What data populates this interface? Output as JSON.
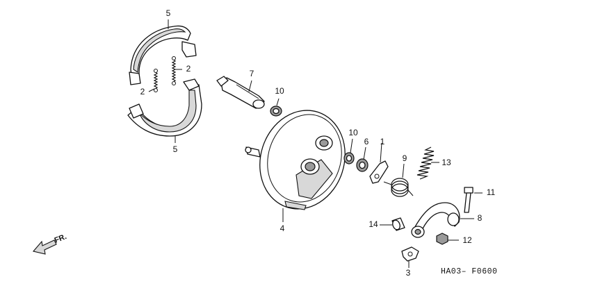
{
  "diagram_code": "HA03– F0600",
  "direction_label": "FR.",
  "callouts": [
    {
      "id": "label-5-top",
      "text": "5"
    },
    {
      "id": "label-2-right",
      "text": "2"
    },
    {
      "id": "label-2-left",
      "text": "2"
    },
    {
      "id": "label-5-bottom",
      "text": "5"
    },
    {
      "id": "label-7",
      "text": "7"
    },
    {
      "id": "label-10-upper",
      "text": "10"
    },
    {
      "id": "label-10-lower",
      "text": "10"
    },
    {
      "id": "label-6",
      "text": "6"
    },
    {
      "id": "label-1",
      "text": "1"
    },
    {
      "id": "label-9",
      "text": "9"
    },
    {
      "id": "label-13",
      "text": "13"
    },
    {
      "id": "label-11",
      "text": "11"
    },
    {
      "id": "label-8",
      "text": "8"
    },
    {
      "id": "label-14",
      "text": "14"
    },
    {
      "id": "label-12",
      "text": "12"
    },
    {
      "id": "label-4",
      "text": "4"
    },
    {
      "id": "label-3",
      "text": "3"
    }
  ]
}
